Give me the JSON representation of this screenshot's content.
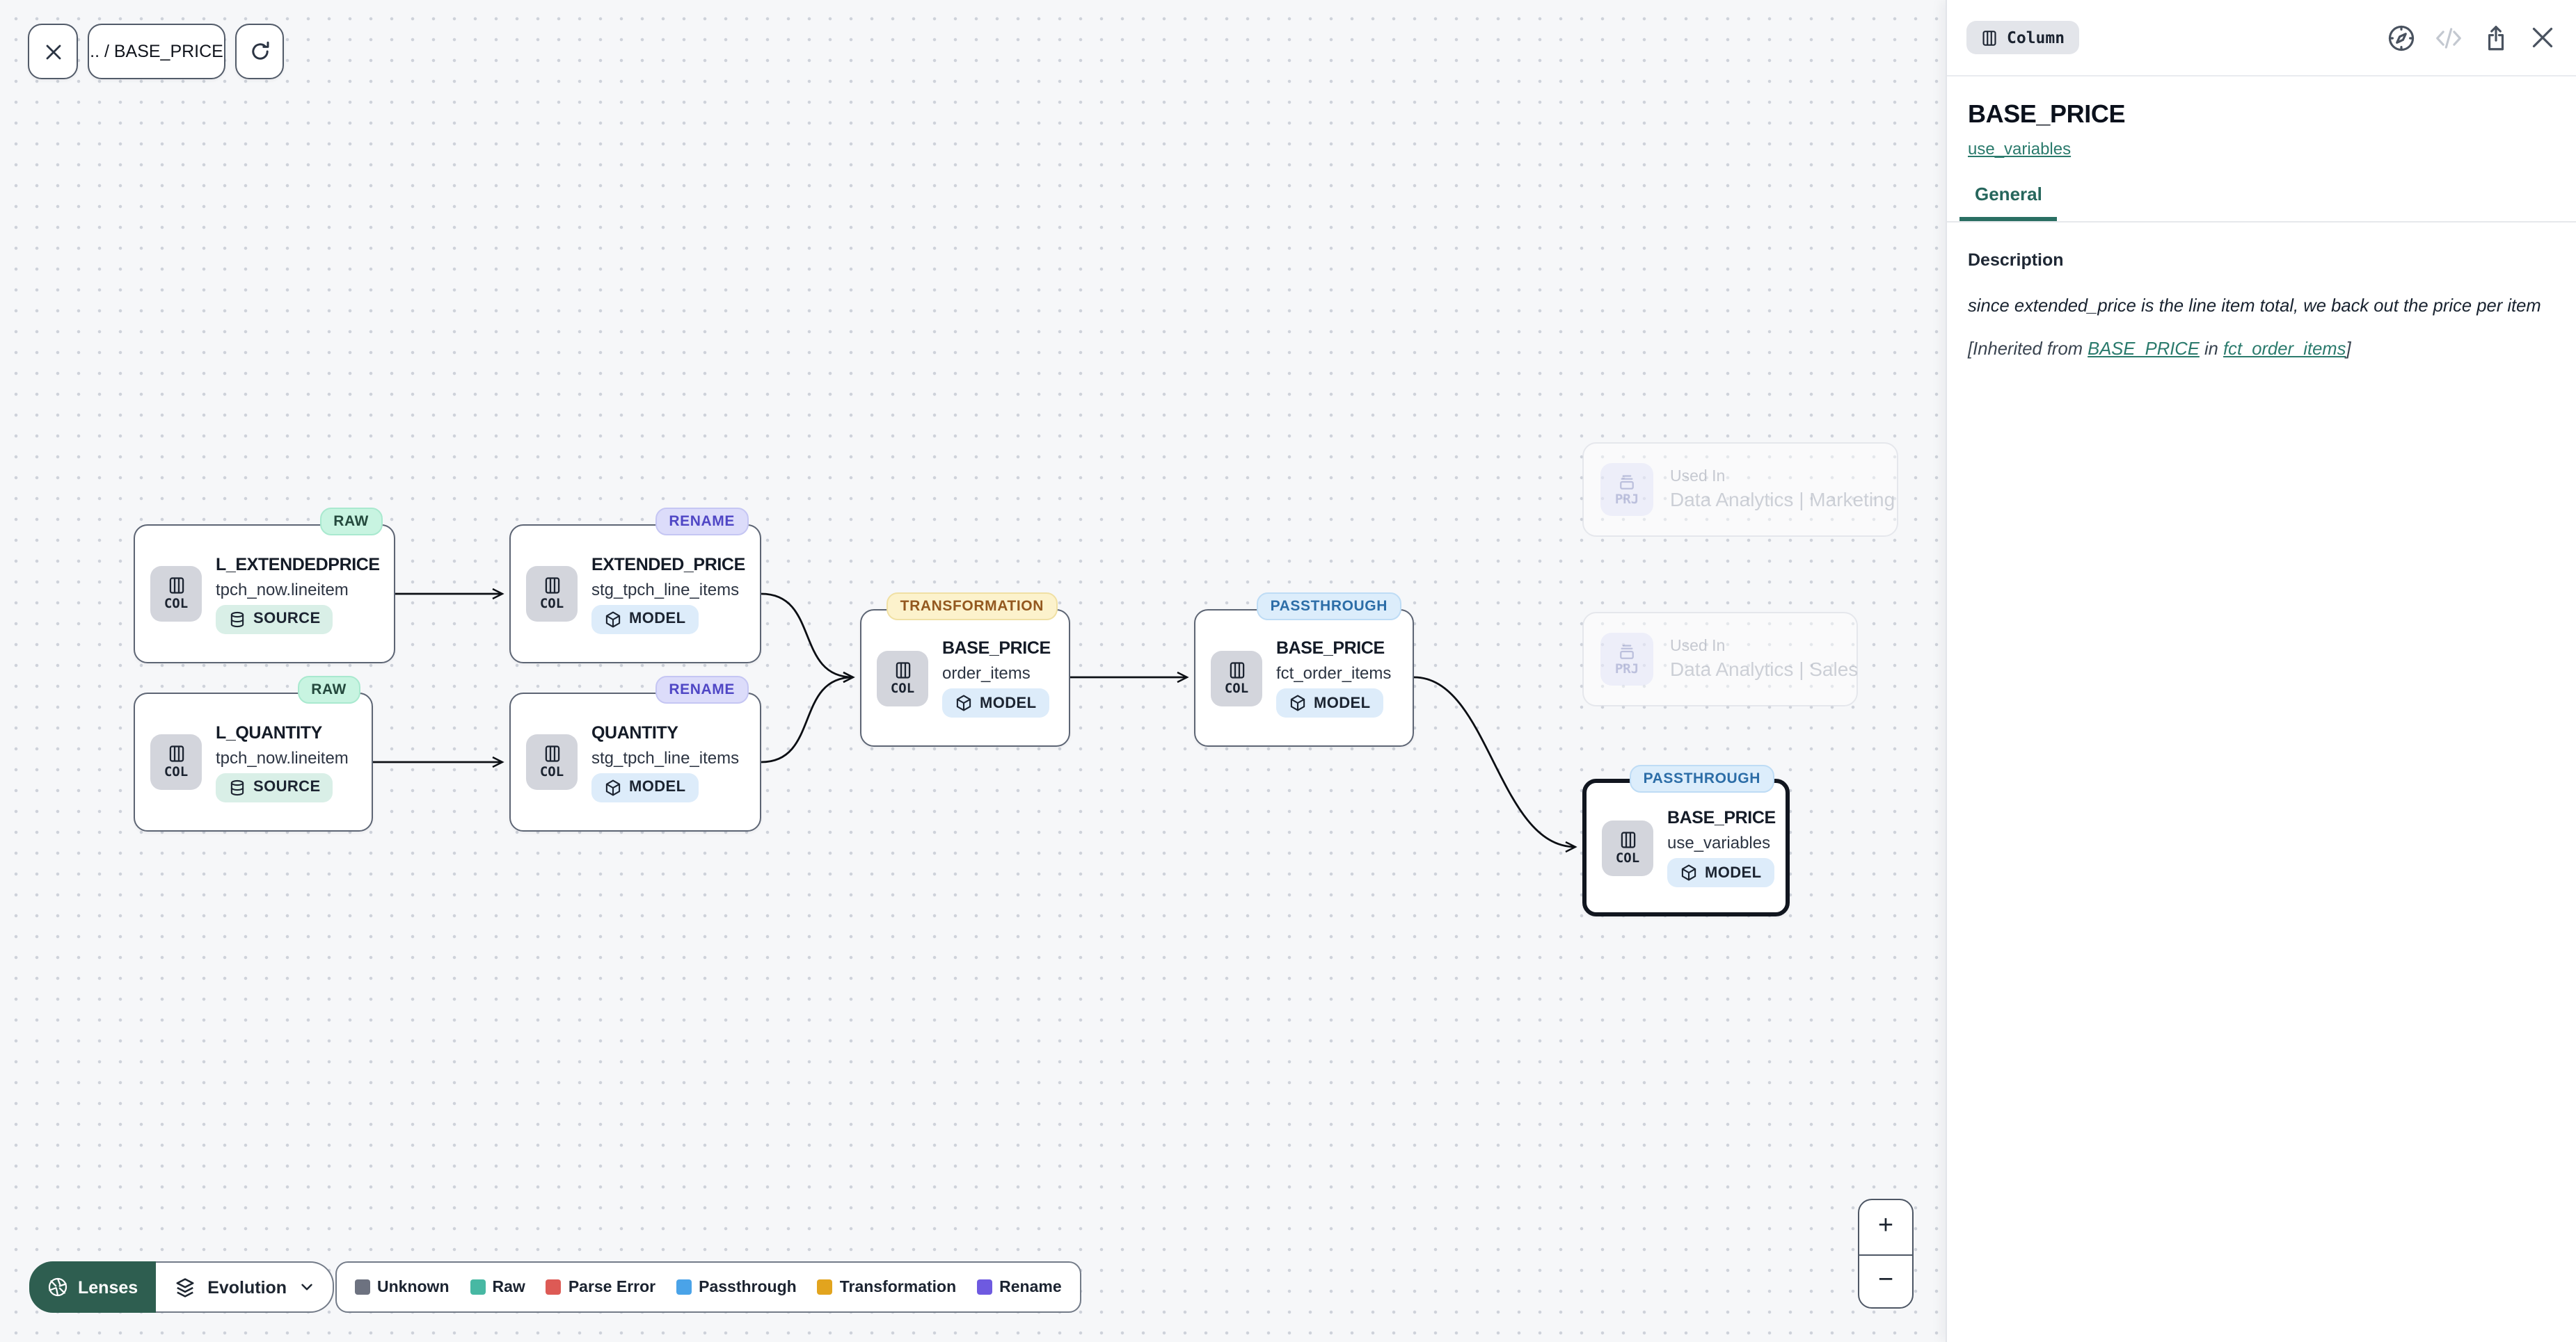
{
  "toolbar": {
    "breadcrumb": ".. / BASE_PRICE"
  },
  "panel": {
    "type_badge": "Column",
    "title": "BASE_PRICE",
    "model_link": "use_variables",
    "tab_general": "General",
    "description_heading": "Description",
    "description_body": "since extended_price is the line item total, we back out the price per item",
    "inherited": {
      "prefix": "[Inherited from ",
      "link_column": "BASE_PRICE",
      "middle": " in ",
      "link_model": "fct_order_items",
      "suffix": "]"
    }
  },
  "nodes": [
    {
      "badge": "RAW",
      "title": "L_EXTENDEDPRICE",
      "subtitle": "tpch_now.lineitem",
      "chip": "SOURCE",
      "type_label": "COL"
    },
    {
      "badge": "RENAME",
      "title": "EXTENDED_PRICE",
      "subtitle": "stg_tpch_line_items",
      "chip": "MODEL",
      "type_label": "COL"
    },
    {
      "badge": "RAW",
      "title": "L_QUANTITY",
      "subtitle": "tpch_now.lineitem",
      "chip": "SOURCE",
      "type_label": "COL"
    },
    {
      "badge": "RENAME",
      "title": "QUANTITY",
      "subtitle": "stg_tpch_line_items",
      "chip": "MODEL",
      "type_label": "COL"
    },
    {
      "badge": "TRANSFORMATION",
      "title": "BASE_PRICE",
      "subtitle": "order_items",
      "chip": "MODEL",
      "type_label": "COL"
    },
    {
      "badge": "PASSTHROUGH",
      "title": "BASE_PRICE",
      "subtitle": "fct_order_items",
      "chip": "MODEL",
      "type_label": "COL"
    },
    {
      "badge": "PASSTHROUGH",
      "title": "BASE_PRICE",
      "subtitle": "use_variables",
      "chip": "MODEL",
      "type_label": "COL",
      "selected": true
    }
  ],
  "used_in": [
    {
      "label": "Used In",
      "project": "Data Analytics | Marketing",
      "type_label": "PRJ"
    },
    {
      "label": "Used In",
      "project": "Data Analytics | Sales",
      "type_label": "PRJ"
    }
  ],
  "footer": {
    "lenses_label": "Lenses",
    "lens_selected": "Evolution",
    "legend": [
      {
        "label": "Unknown",
        "color": "#6d7280"
      },
      {
        "label": "Raw",
        "color": "#47b8a3"
      },
      {
        "label": "Parse Error",
        "color": "#dd5a55"
      },
      {
        "label": "Passthrough",
        "color": "#4aa3e8"
      },
      {
        "label": "Transformation",
        "color": "#e2a41e"
      },
      {
        "label": "Rename",
        "color": "#6e5ae0"
      }
    ]
  },
  "zoom_controls": {
    "in": "+",
    "out": "−"
  },
  "colors": {
    "accent_teal": "#2a6f63",
    "lenses_bg": "#2e5e50",
    "edge": "#0c0f14",
    "canvas_bg": "#f6f7f9"
  }
}
